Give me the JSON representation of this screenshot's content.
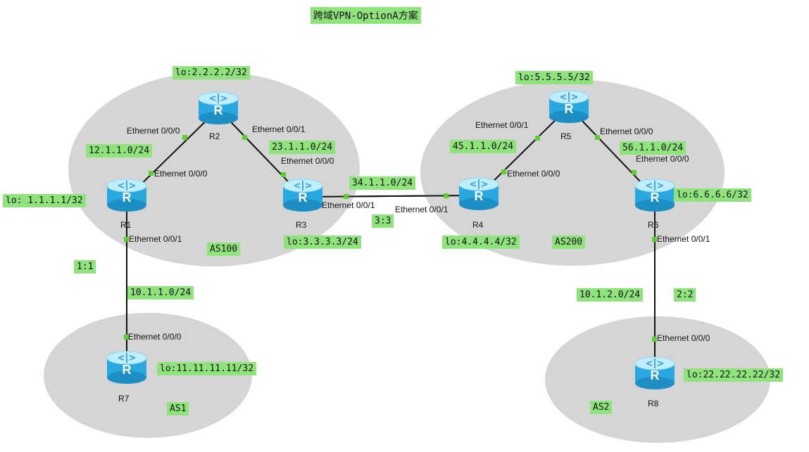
{
  "title": "跨域VPN-OptionA方案",
  "as_labels": {
    "as100": "AS100",
    "as200": "AS200",
    "as1": "AS1",
    "as2": "AS2"
  },
  "routers": {
    "r1": "R1",
    "r2": "R2",
    "r3": "R3",
    "r4": "R4",
    "r5": "R5",
    "r6": "R6",
    "r7": "R7",
    "r8": "R8"
  },
  "router_icon_letter": "R",
  "loopbacks": {
    "r1": "lo: 1.1.1.1/32",
    "r2": "lo:2.2.2.2/32",
    "r3": "lo:3.3.3.3/24",
    "r4": "lo:4.4.4.4/32",
    "r5": "lo:5.5.5.5/32",
    "r6": "lo:6.6.6.6/32",
    "r7": "lo:11.11.11.11/32",
    "r8": "lo:22.22.22.22/32"
  },
  "subnets": {
    "r1_r2": "12.1.1.0/24",
    "r2_r3": "23.1.1.0/24",
    "r3_r4": "34.1.1.0/24",
    "r4_r5": "45.1.1.0/24",
    "r5_r6": "56.1.1.0/24",
    "r1_r7": "10.1.1.0/24",
    "r6_r8": "10.1.2.0/24"
  },
  "route_distinguishers": {
    "r1_r7": "1:1",
    "r6_r8": "2:2",
    "r3_r4": "3:3"
  },
  "ports": {
    "r2_to_r1": "Ethernet 0/0/0",
    "r1_to_r2": "Ethernet 0/0/0",
    "r2_to_r3": "Ethernet 0/0/1",
    "r3_to_r2": "Ethernet 0/0/0",
    "r3_to_r4": "Ethernet 0/0/1",
    "r4_to_r3": "Ethernet 0/0/1",
    "r5_to_r4": "Ethernet 0/0/1",
    "r4_to_r5": "Ethernet 0/0/0",
    "r5_to_r6": "Ethernet 0/0/0",
    "r6_to_r5": "Ethernet 0/0/0",
    "r1_to_r7": "Ethernet 0/0/1",
    "r7_to_r1": "Ethernet 0/0/0",
    "r6_to_r8": "Ethernet 0/0/1",
    "r8_to_r6": "Ethernet 0/0/0"
  },
  "colors": {
    "label_bg": "#8ee37a",
    "as_area": "#d5d5d5",
    "link": "#111111",
    "port_dot": "#5ccf2e",
    "router_top": "#bfeeff",
    "router_body": "#29a8e0"
  }
}
